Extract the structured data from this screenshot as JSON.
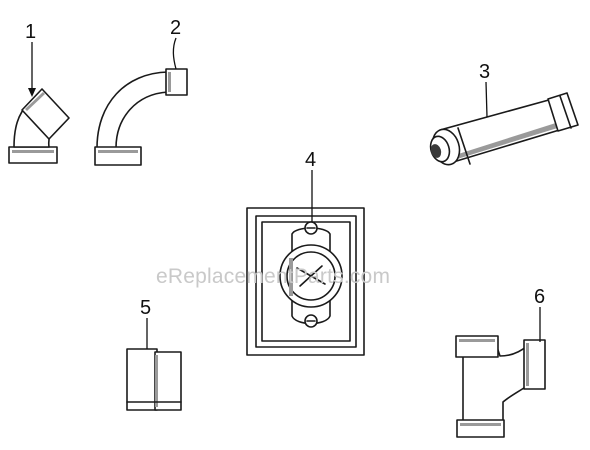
{
  "callouts": {
    "part_1": "1",
    "part_2": "2",
    "part_3": "3",
    "part_4": "4",
    "part_5": "5",
    "part_6": "6"
  },
  "watermark": "eReplacementParts.com",
  "colors": {
    "line": "#1a1a1a",
    "shading": "#9a9a9a",
    "watermark": "#c9c9c9",
    "background": "#ffffff"
  }
}
